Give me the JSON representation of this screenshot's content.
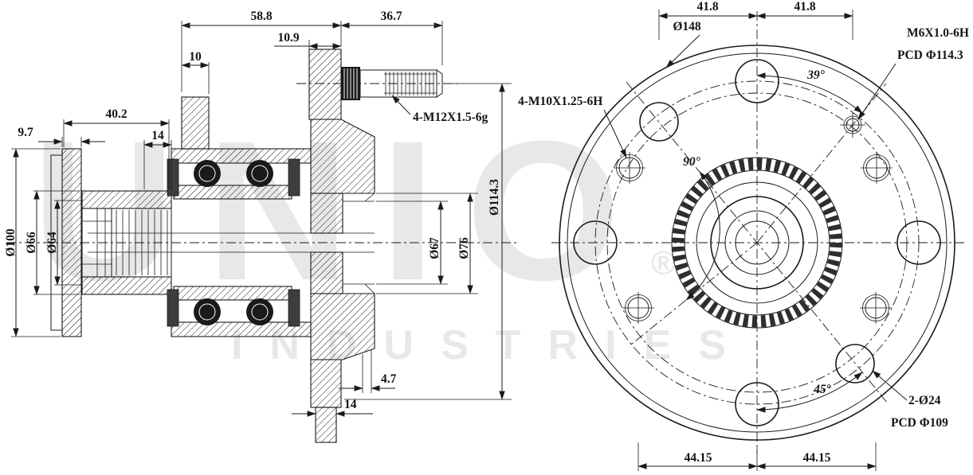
{
  "colors": {
    "line": "#1a1a1a",
    "watermark": "#d7d7d7"
  },
  "watermark": {
    "brand": "UNIO",
    "reg": "®",
    "subtitle": "INDUSTRIES"
  },
  "section": {
    "dim_58_8": "58.8",
    "dim_36_7": "36.7",
    "dim_10_9": "10.9",
    "dim_10": "10",
    "dim_40_2": "40.2",
    "dim_9_7": "9.7",
    "dim_14_upper": "14",
    "dia_100": "Ø100",
    "dia_66": "Ø66",
    "dia_64": "Ø64",
    "stud_spec": "4-M12X1.5-6g",
    "dia_114_3": "Ø114.3",
    "dia_67": "Ø67",
    "dia_76": "Ø76",
    "dim_4_7": "4.7",
    "dim_14_lower": "14"
  },
  "front": {
    "dim_41_8_left": "41.8",
    "dim_41_8_right": "41.8",
    "dia_148": "Ø148",
    "m6_spec": "M6X1.0-6H",
    "pcd_114_3": "PCD Φ114.3",
    "angle_39": "39°",
    "m10_spec": "4-M10X1.25-6H",
    "angle_90": "90°",
    "angle_45": "45°",
    "holes_24": "2-Ø24",
    "pcd_109": "PCD Φ109",
    "dim_44_15_left": "44.15",
    "dim_44_15_right": "44.15"
  }
}
